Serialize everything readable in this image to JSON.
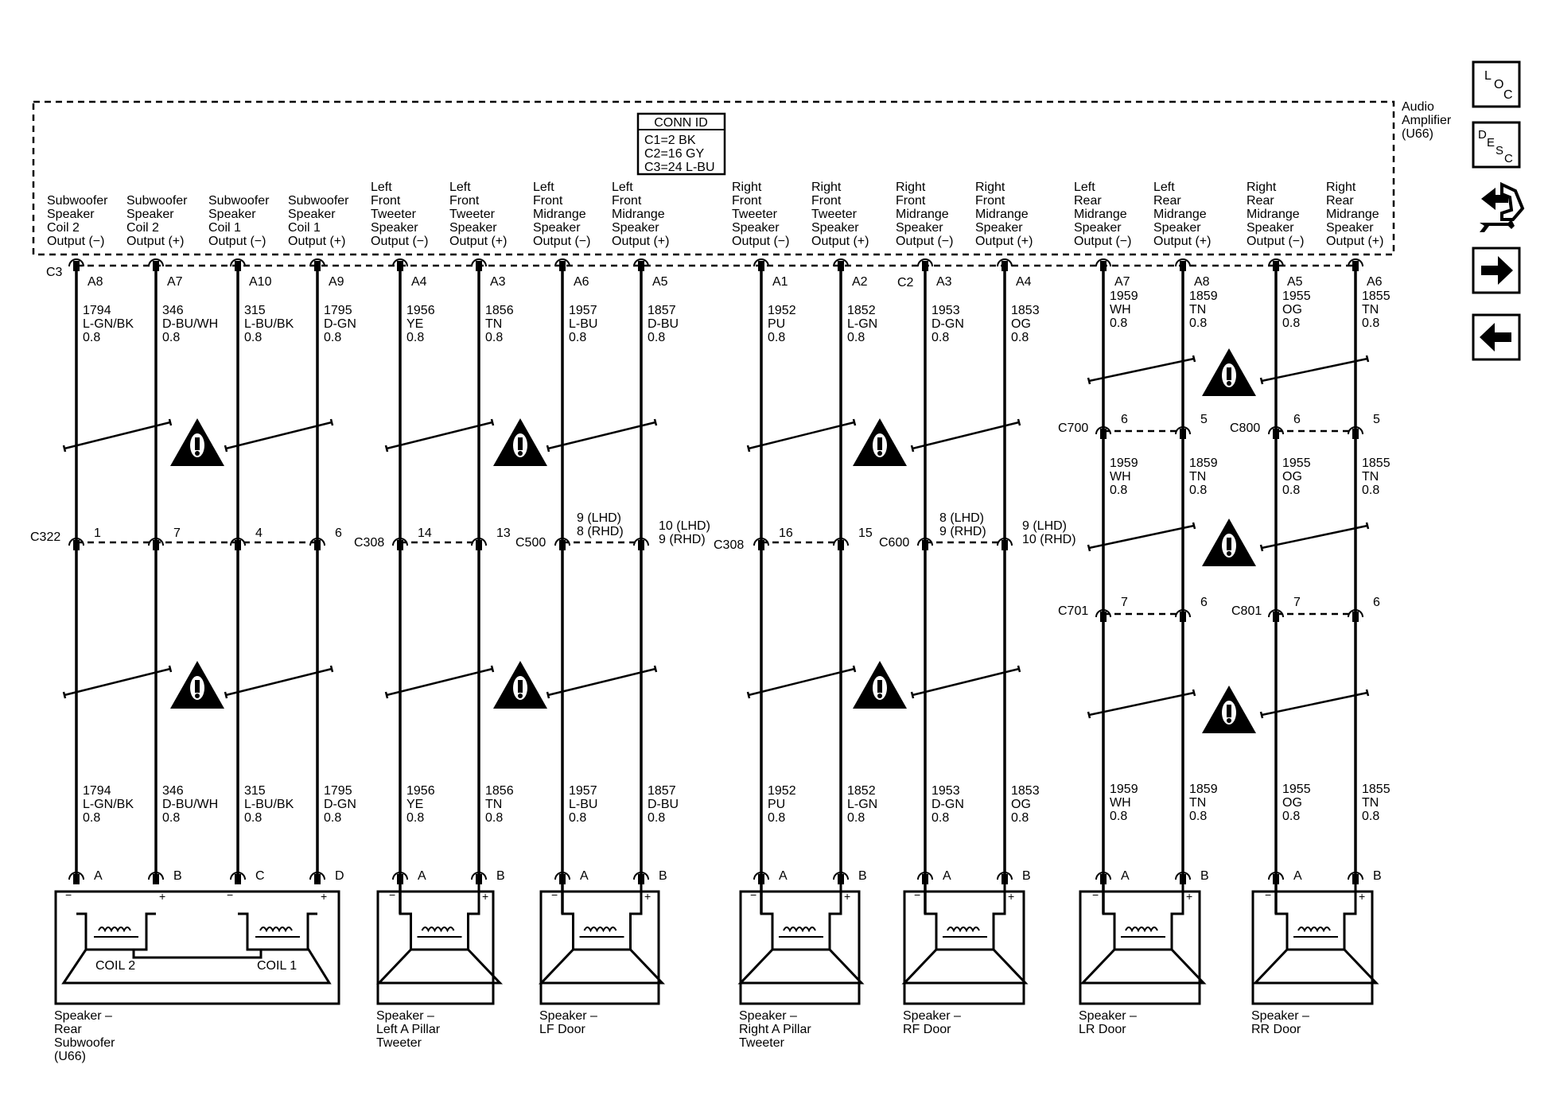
{
  "component": {
    "lines": [
      "Audio",
      "Amplifier",
      "(U66)"
    ]
  },
  "conn_id": {
    "title": "CONN ID",
    "lines": [
      "C1=2 BK",
      "C2=16 GY",
      "C3=24 L-BU"
    ]
  },
  "nav": {
    "loc": [
      "L",
      "O",
      "C"
    ],
    "desc": [
      "D",
      "E",
      "S",
      "C"
    ]
  },
  "connectors": {
    "amp_c3": "C3",
    "amp_c2": "C2",
    "row_mid": [
      "C322",
      "C308",
      "C500",
      "C308",
      "C600"
    ],
    "rear_upper": [
      "C700",
      "C800"
    ],
    "rear_lower": [
      "C701",
      "C801"
    ]
  },
  "circuits": [
    {
      "label": [
        "Subwoofer",
        "Speaker",
        "Coil 2",
        "Output (−)"
      ],
      "pin": "A8",
      "circuit": "1794",
      "color": "L-GN/BK",
      "gauge": "0.8",
      "mid_pin": [
        "1"
      ],
      "spk_pin": "A"
    },
    {
      "label": [
        "Subwoofer",
        "Speaker",
        "Coil 2",
        "Output (+)"
      ],
      "pin": "A7",
      "circuit": "346",
      "color": "D-BU/WH",
      "gauge": "0.8",
      "mid_pin": [
        "7"
      ],
      "spk_pin": "B"
    },
    {
      "label": [
        "Subwoofer",
        "Speaker",
        "Coil 1",
        "Output (−)"
      ],
      "pin": "A10",
      "circuit": "315",
      "color": "L-BU/BK",
      "gauge": "0.8",
      "mid_pin": [
        "4"
      ],
      "spk_pin": "C"
    },
    {
      "label": [
        "Subwoofer",
        "Speaker",
        "Coil 1",
        "Output (+)"
      ],
      "pin": "A9",
      "circuit": "1795",
      "color": "D-GN",
      "gauge": "0.8",
      "mid_pin": [
        "6"
      ],
      "spk_pin": "D"
    },
    {
      "label": [
        "Left",
        "Front",
        "Tweeter",
        "Speaker",
        "Output (−)"
      ],
      "pin": "A4",
      "circuit": "1956",
      "color": "YE",
      "gauge": "0.8",
      "mid_pin": [
        "14"
      ],
      "spk_pin": "A"
    },
    {
      "label": [
        "Left",
        "Front",
        "Tweeter",
        "Speaker",
        "Output (+)"
      ],
      "pin": "A3",
      "circuit": "1856",
      "color": "TN",
      "gauge": "0.8",
      "mid_pin": [
        "13"
      ],
      "spk_pin": "B"
    },
    {
      "label": [
        "Left",
        "Front",
        "Midrange",
        "Speaker",
        "Output (−)"
      ],
      "pin": "A6",
      "circuit": "1957",
      "color": "L-BU",
      "gauge": "0.8",
      "mid_pin": [
        "9 (LHD)",
        "8 (RHD)"
      ],
      "spk_pin": "A"
    },
    {
      "label": [
        "Left",
        "Front",
        "Midrange",
        "Speaker",
        "Output (+)"
      ],
      "pin": "A5",
      "circuit": "1857",
      "color": "D-BU",
      "gauge": "0.8",
      "mid_pin": [
        "10 (LHD)",
        "9 (RHD)"
      ],
      "spk_pin": "B"
    },
    {
      "label": [
        "Right",
        "Front",
        "Tweeter",
        "Speaker",
        "Output (−)"
      ],
      "pin": "A1",
      "circuit": "1952",
      "color": "PU",
      "gauge": "0.8",
      "mid_pin": [
        "16"
      ],
      "spk_pin": "A"
    },
    {
      "label": [
        "Right",
        "Front",
        "Tweeter",
        "Speaker",
        "Output (+)"
      ],
      "pin": "A2",
      "circuit": "1852",
      "color": "L-GN",
      "gauge": "0.8",
      "mid_pin": [
        "15"
      ],
      "spk_pin": "B"
    },
    {
      "label": [
        "Right",
        "Front",
        "Midrange",
        "Speaker",
        "Output (−)"
      ],
      "pin": "A3",
      "circuit": "1953",
      "color": "D-GN",
      "gauge": "0.8",
      "mid_pin": [
        "8 (LHD)",
        "9 (RHD)"
      ],
      "spk_pin": "A"
    },
    {
      "label": [
        "Right",
        "Front",
        "Midrange",
        "Speaker",
        "Output (+)"
      ],
      "pin": "A4",
      "circuit": "1853",
      "color": "OG",
      "gauge": "0.8",
      "mid_pin": [
        "9 (LHD)",
        "10 (RHD)"
      ],
      "spk_pin": "B"
    },
    {
      "label": [
        "Left",
        "Rear",
        "Midrange",
        "Speaker",
        "Output (−)"
      ],
      "pin": "A7",
      "circuit": "1959",
      "color": "WH",
      "gauge": "0.8",
      "up_pin": "6",
      "low_pin": "7",
      "spk_pin": "A"
    },
    {
      "label": [
        "Left",
        "Rear",
        "Midrange",
        "Speaker",
        "Output (+)"
      ],
      "pin": "A8",
      "circuit": "1859",
      "color": "TN",
      "gauge": "0.8",
      "up_pin": "5",
      "low_pin": "6",
      "spk_pin": "B"
    },
    {
      "label": [
        "Right",
        "Rear",
        "Midrange",
        "Speaker",
        "Output (−)"
      ],
      "pin": "A5",
      "circuit": "1955",
      "color": "OG",
      "gauge": "0.8",
      "up_pin": "6",
      "low_pin": "7",
      "spk_pin": "A"
    },
    {
      "label": [
        "Right",
        "Rear",
        "Midrange",
        "Speaker",
        "Output (+)"
      ],
      "pin": "A6",
      "circuit": "1855",
      "color": "TN",
      "gauge": "0.8",
      "up_pin": "5",
      "low_pin": "6",
      "spk_pin": "B"
    }
  ],
  "speakers": [
    {
      "name": [
        "Speaker –",
        "Rear",
        "Subwoofer",
        "(U66)"
      ],
      "coils": [
        "COIL 2",
        "COIL 1"
      ]
    },
    {
      "name": [
        "Speaker –",
        "Left A Pillar",
        "Tweeter"
      ]
    },
    {
      "name": [
        "Speaker –",
        "LF Door"
      ]
    },
    {
      "name": [
        "Speaker –",
        "Right A Pillar",
        "Tweeter"
      ]
    },
    {
      "name": [
        "Speaker –",
        "RF Door"
      ]
    },
    {
      "name": [
        "Speaker –",
        "LR Door"
      ]
    },
    {
      "name": [
        "Speaker –",
        "RR Door"
      ]
    }
  ],
  "polarity": {
    "neg": "−",
    "pos": "+"
  }
}
